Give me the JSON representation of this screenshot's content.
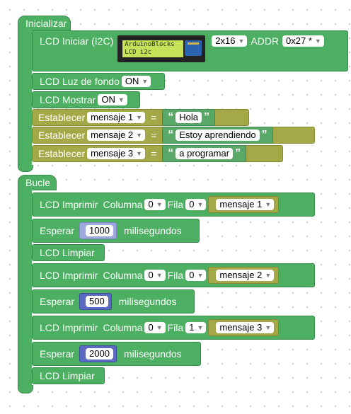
{
  "inicializar": {
    "hat_label": "Inicializar",
    "lcd_init": {
      "label": "LCD Iniciar (I2C)",
      "image_text_line1": "ArduinoBlocks",
      "image_text_line2": "LCD i2c",
      "size_value": "2x16",
      "addr_label": "ADDR",
      "addr_value": "0x27 *"
    },
    "backlight": {
      "label": "LCD Luz de fondo",
      "value": "ON"
    },
    "display": {
      "label": "LCD Mostrar",
      "value": "ON"
    },
    "set_label": "Establecer",
    "eq": "=",
    "quote_open": "“",
    "quote_close": "”",
    "sets": [
      {
        "var": "mensaje 1",
        "text": "Hola"
      },
      {
        "var": "mensaje 2",
        "text": "Estoy aprendiendo"
      },
      {
        "var": "mensaje 3",
        "text": "a programar"
      }
    ]
  },
  "bucle": {
    "hat_label": "Bucle",
    "print_label": "LCD Imprimir",
    "col_label": "Columna",
    "row_label": "Fila",
    "wait_label": "Esperar",
    "ms_label": "milisegundos",
    "clear_label": "LCD Limpiar",
    "prints": [
      {
        "col": "0",
        "row": "0",
        "var": "mensaje 1"
      },
      {
        "col": "0",
        "row": "0",
        "var": "mensaje 2"
      },
      {
        "col": "0",
        "row": "1",
        "var": "mensaje 3"
      }
    ],
    "waits": [
      "1000",
      "500",
      "2000"
    ]
  },
  "colors": {
    "lcd_block": "#4caf62",
    "variable_block": "#a5a847",
    "text_block": "#5aa868",
    "number_light": "#9fa8da",
    "number_dark": "#5a6ac0"
  }
}
